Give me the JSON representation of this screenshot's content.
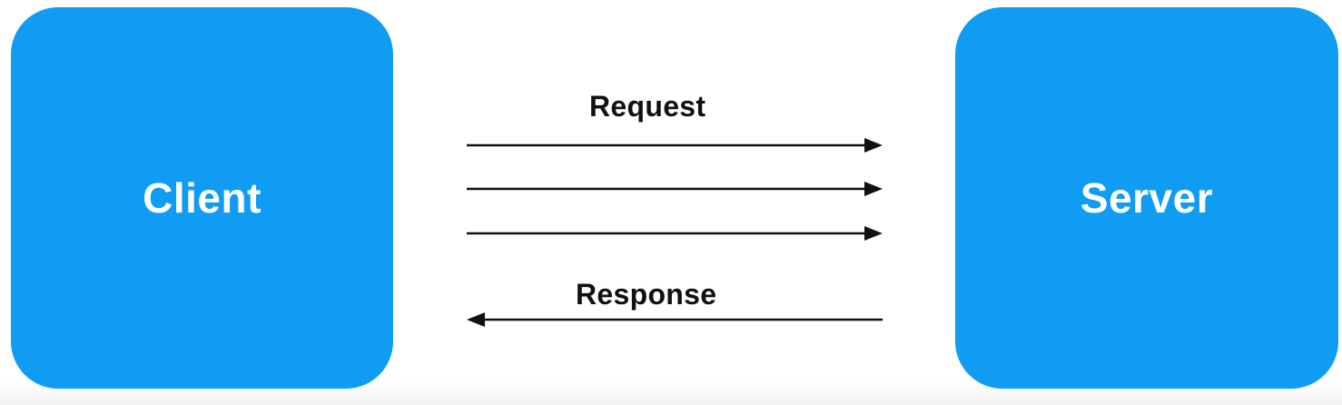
{
  "client": {
    "label": "Client"
  },
  "server": {
    "label": "Server"
  },
  "request": {
    "label": "Request",
    "count": 3
  },
  "response": {
    "label": "Response",
    "count": 1
  },
  "colors": {
    "box_fill": "#119cf4",
    "box_text": "#ffffff",
    "arrow": "#111111",
    "label_text": "#111111"
  }
}
